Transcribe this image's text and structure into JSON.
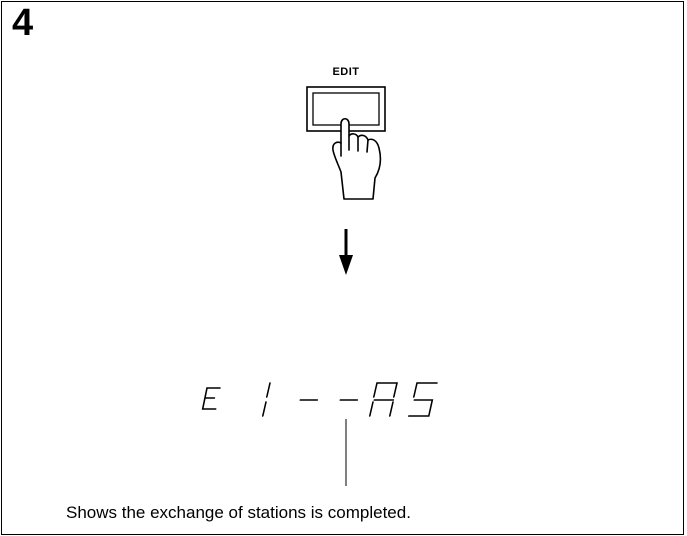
{
  "step": {
    "number": "4"
  },
  "button": {
    "label": "EDIT"
  },
  "display": {
    "text": "E 1--AS"
  },
  "caption": "Shows the exchange of stations is completed."
}
